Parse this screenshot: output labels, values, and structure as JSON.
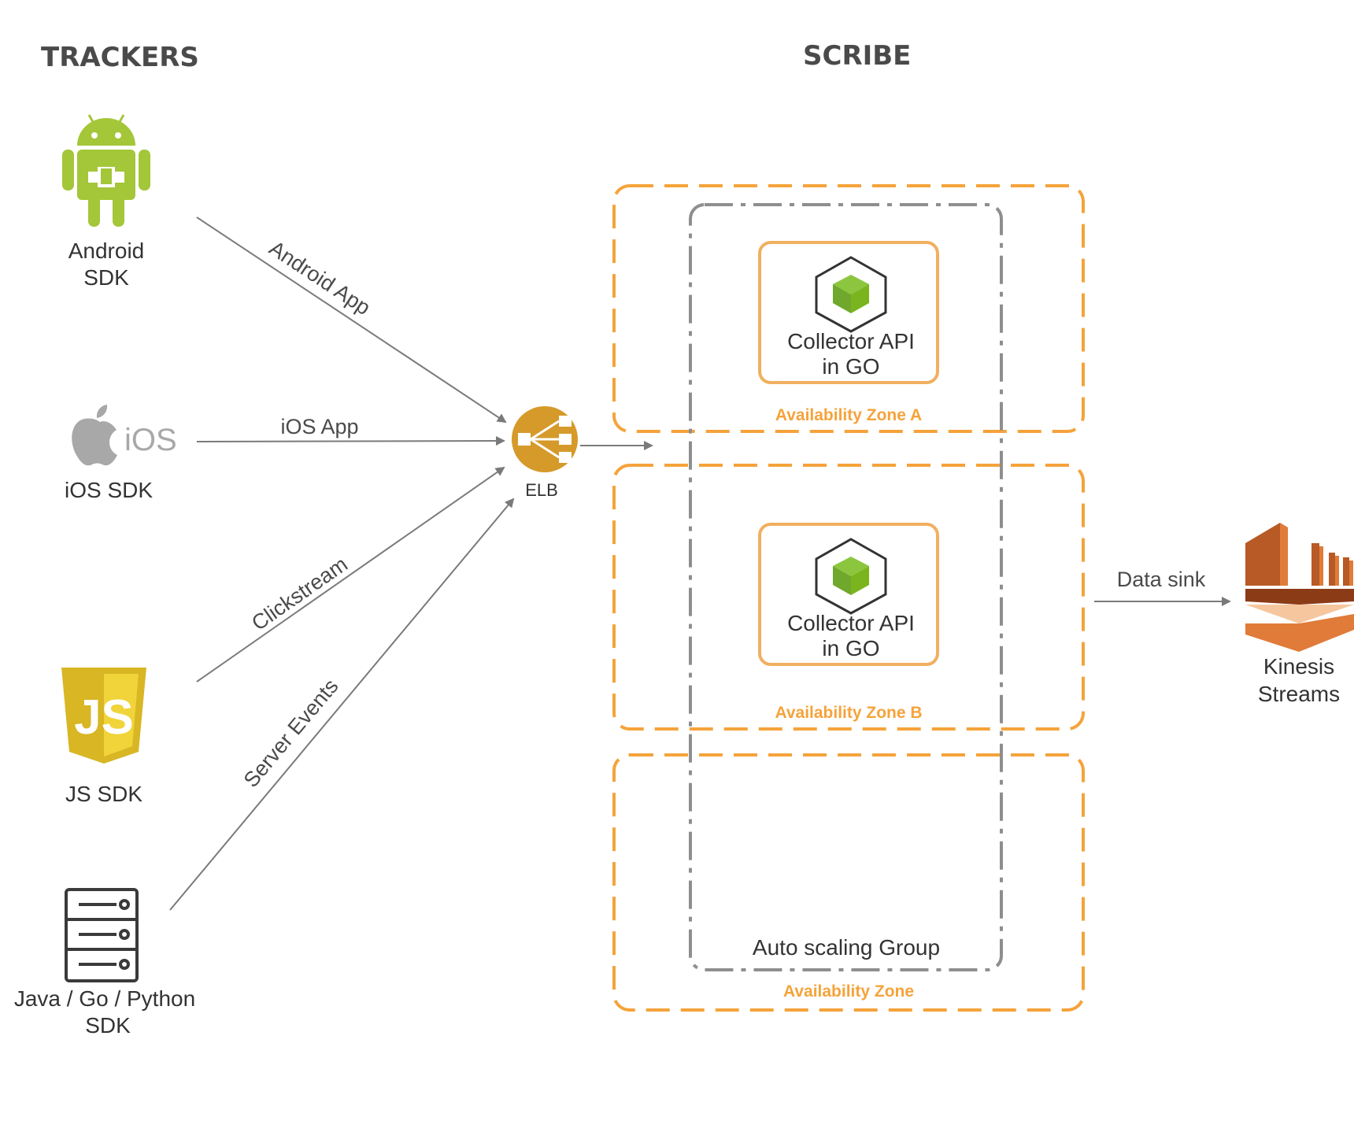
{
  "sections": {
    "trackers_title": "TRACKERS",
    "scribe_title": "SCRIBE"
  },
  "trackers": {
    "android": {
      "line1": "Android",
      "line2": "SDK",
      "icon": "android-icon"
    },
    "ios": {
      "icon_text": "iOS",
      "label": "iOS SDK",
      "icon": "apple-icon"
    },
    "js": {
      "icon_text": "JS",
      "label": "JS SDK",
      "icon": "javascript-icon"
    },
    "server": {
      "line1": "Java / Go / Python",
      "line2": "SDK",
      "icon": "server-icon"
    }
  },
  "edges": {
    "android": "Android App",
    "ios": "iOS App",
    "clickstream": "Clickstream",
    "server": "Server Events",
    "data_sink": "Data sink"
  },
  "elb": {
    "label": "ELB",
    "icon": "load-balancer-icon"
  },
  "collectors": [
    {
      "line1": "Collector API",
      "line2": "in GO",
      "icon": "cube-icon"
    },
    {
      "line1": "Collector API",
      "line2": "in GO",
      "icon": "cube-icon"
    }
  ],
  "zones": {
    "a": "Availability  Zone A",
    "b": "Availability Zone B",
    "c": "Availability Zone"
  },
  "asg": {
    "label": "Auto scaling Group"
  },
  "kinesis": {
    "line1": "Kinesis",
    "line2": "Streams",
    "icon": "kinesis-icon"
  },
  "colors": {
    "zone_orange": "#f5a33b",
    "android_green": "#a4c639",
    "collector_green": "#7ab51d",
    "elb_gold": "#d59a2a",
    "js_yellow": "#e8c92a",
    "kinesis_orange": "#e07b39",
    "line_gray": "#7a7a7a"
  }
}
